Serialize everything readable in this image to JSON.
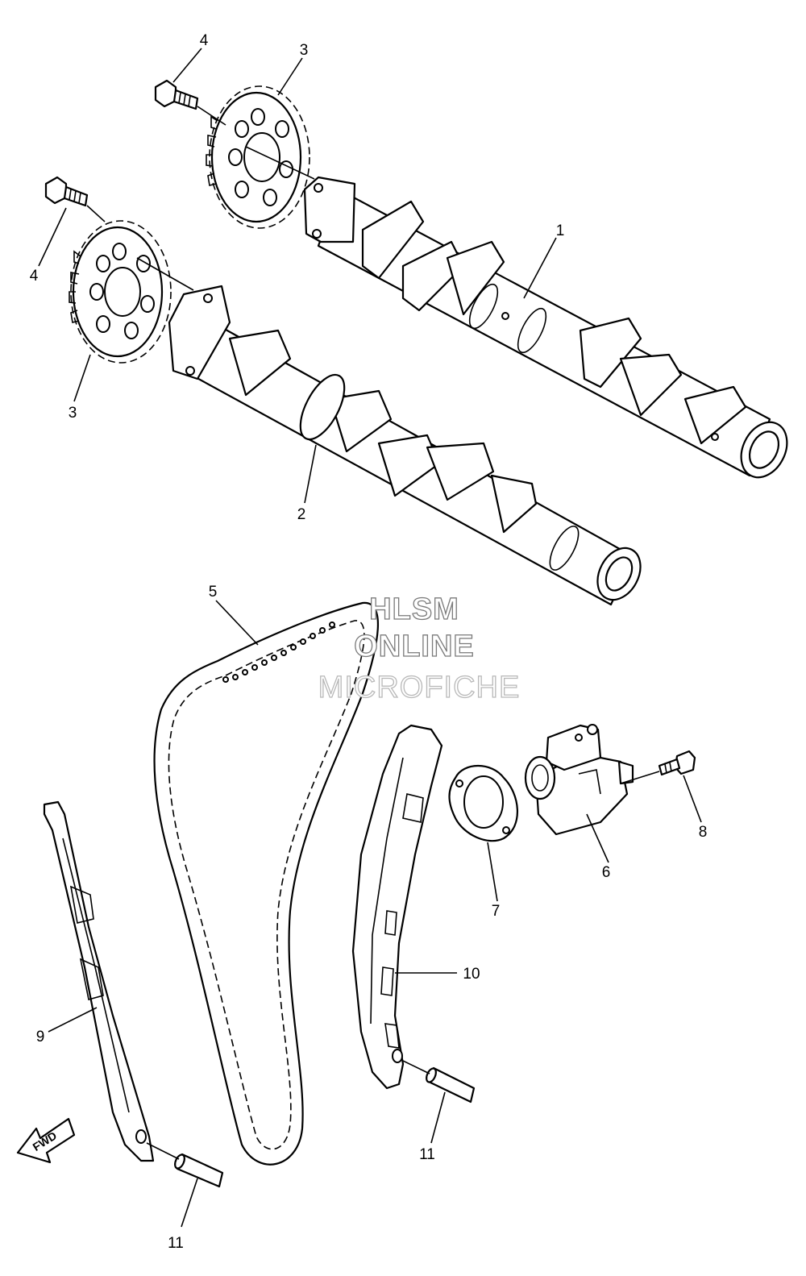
{
  "callouts": [
    {
      "id": "c4a",
      "text": "4"
    },
    {
      "id": "c3a",
      "text": "3"
    },
    {
      "id": "c1",
      "text": "1"
    },
    {
      "id": "c4b",
      "text": "4"
    },
    {
      "id": "c3b",
      "text": "3"
    },
    {
      "id": "c2",
      "text": "2"
    },
    {
      "id": "c5",
      "text": "5"
    },
    {
      "id": "c6",
      "text": "6"
    },
    {
      "id": "c7",
      "text": "7"
    },
    {
      "id": "c8",
      "text": "8"
    },
    {
      "id": "c9",
      "text": "9"
    },
    {
      "id": "c10",
      "text": "10"
    },
    {
      "id": "c11a",
      "text": "11"
    },
    {
      "id": "c11b",
      "text": "11"
    }
  ],
  "watermark": {
    "line1": "HLSM",
    "line2": "ONLINE",
    "line3": "MICROFICHE"
  },
  "fwd_label": "FWD"
}
